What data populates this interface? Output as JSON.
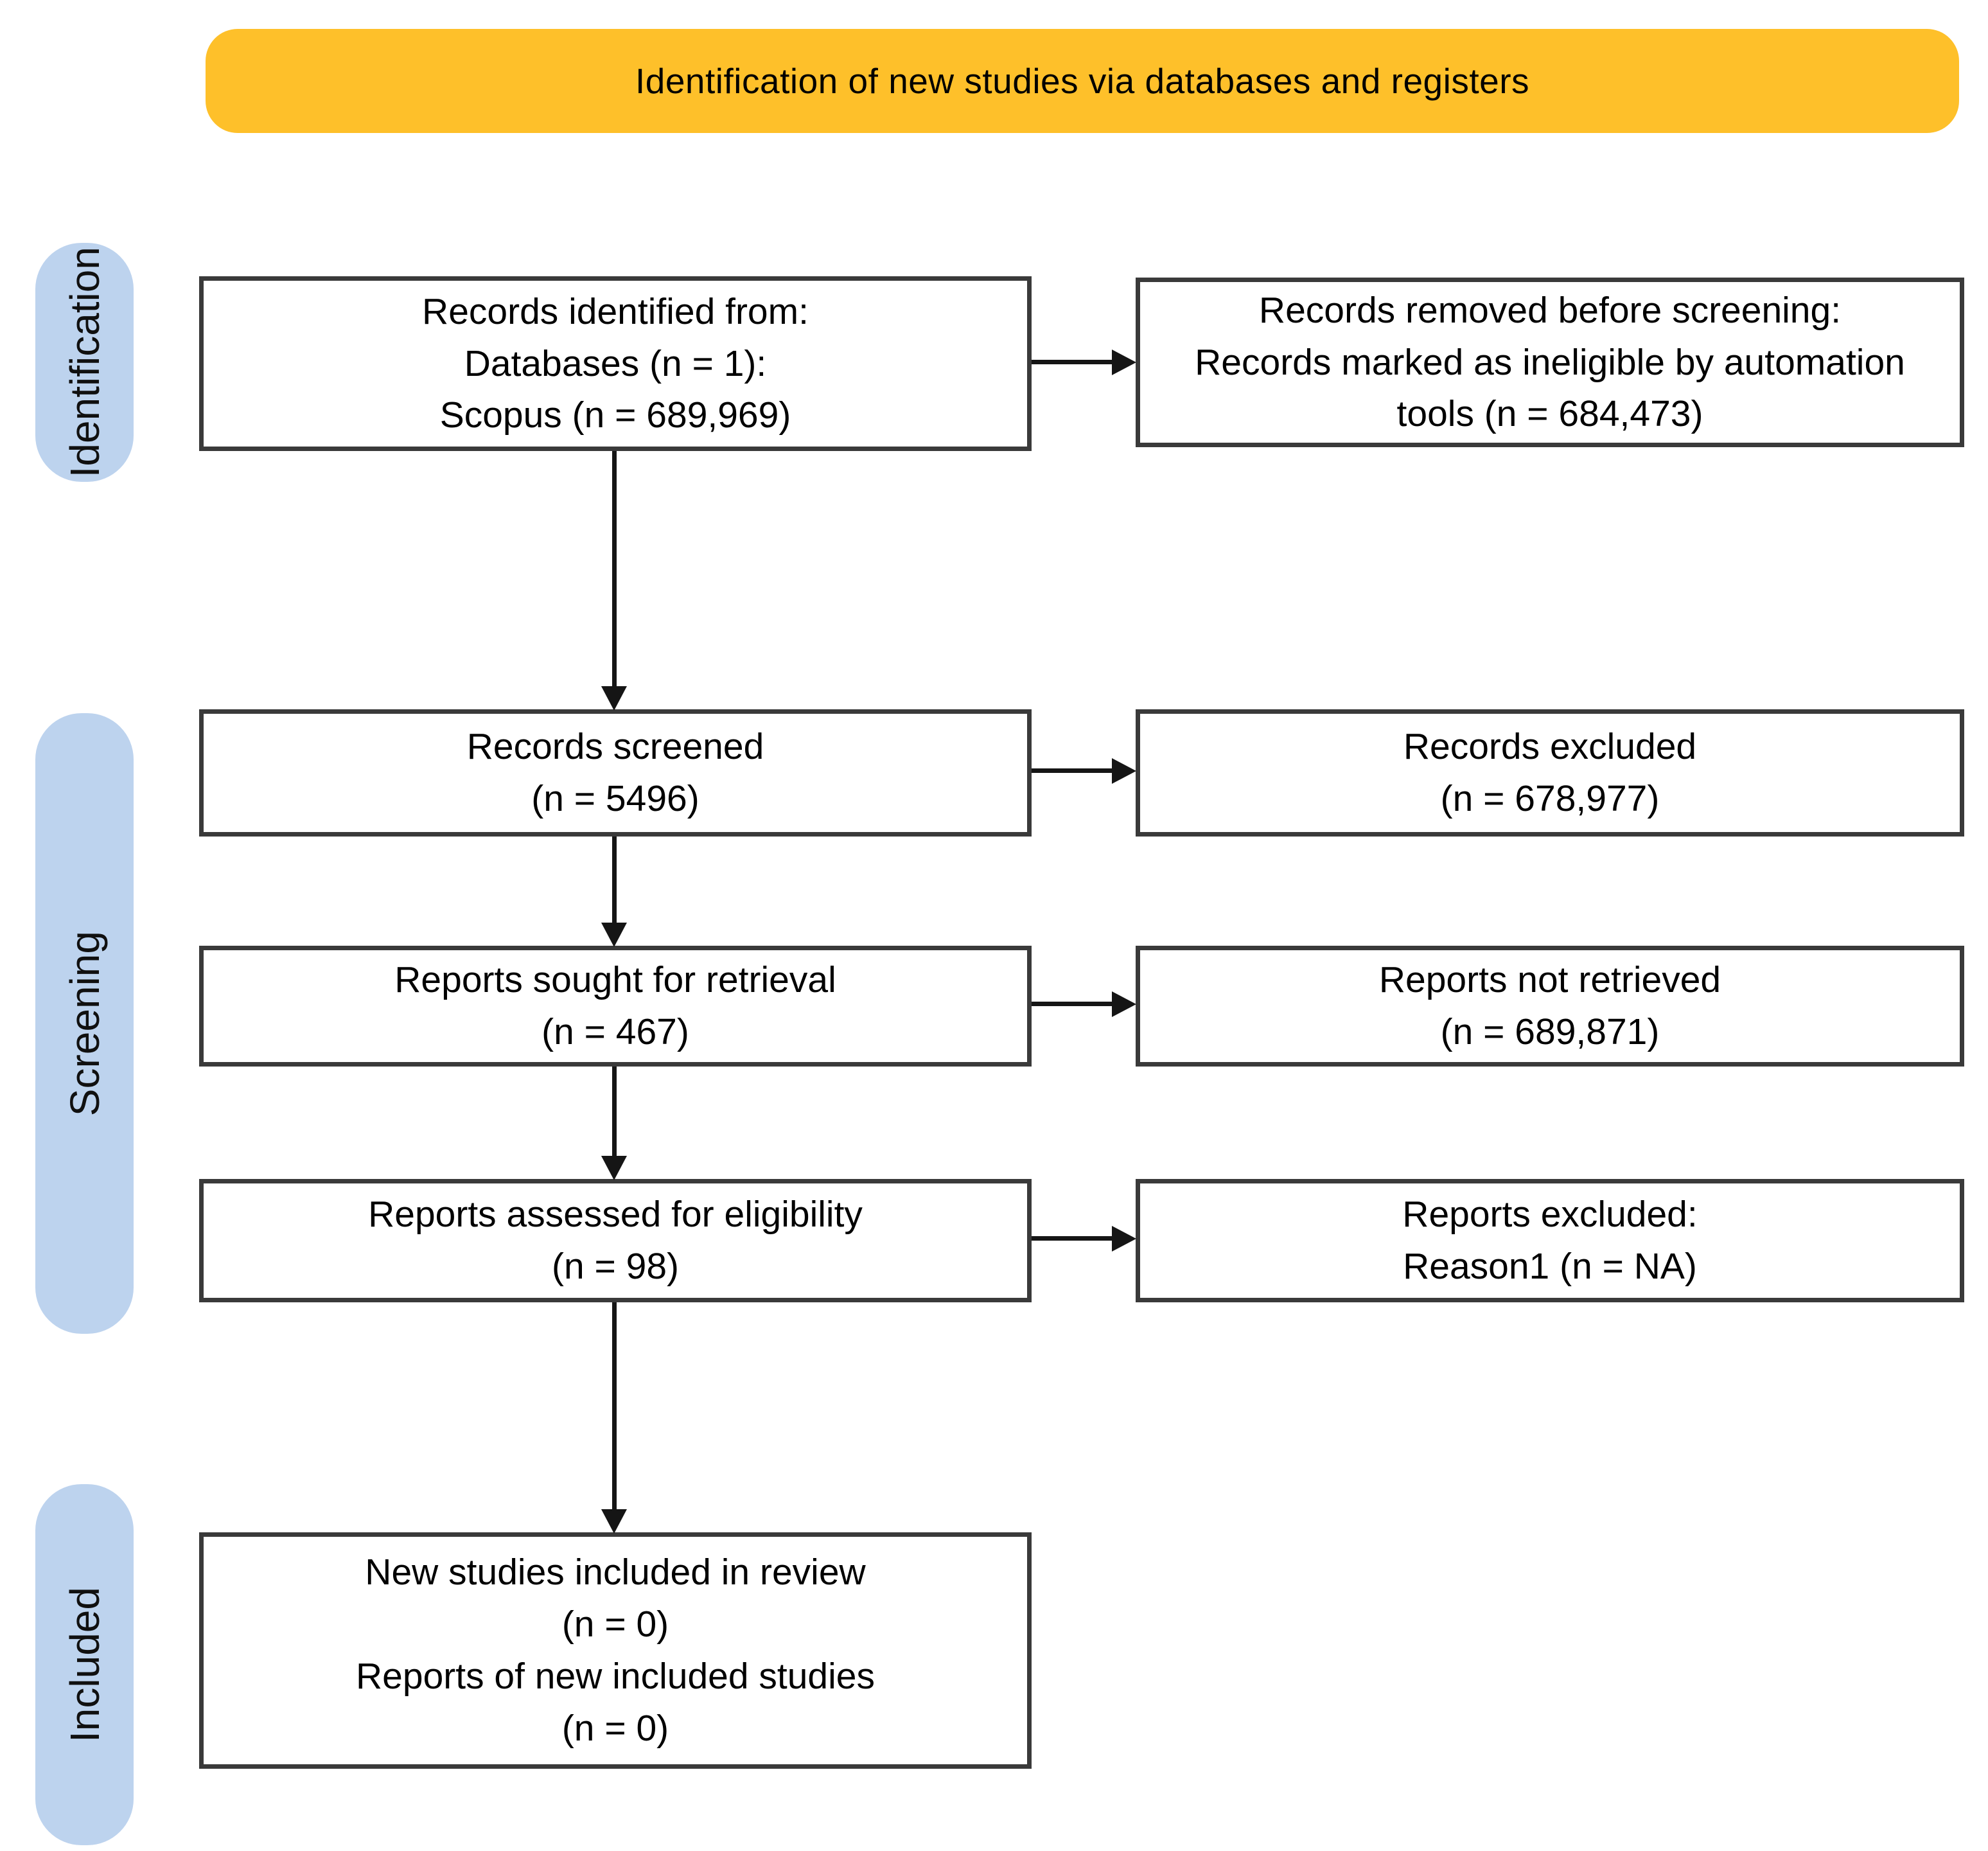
{
  "banner": {
    "label": "Identification of new studies via databases and registers"
  },
  "colors": {
    "banner": "#FEC02A",
    "stage": "#BDD3EE",
    "box_border": "#3a3a3a",
    "arrow": "#151515"
  },
  "stages": [
    {
      "label": "Identification"
    },
    {
      "label": "Screening"
    },
    {
      "label": "Included"
    }
  ],
  "boxes": {
    "records_identified": {
      "lines": [
        "Records identified from:",
        "Databases (n = 1):",
        "Scopus (n = 689,969)"
      ]
    },
    "records_removed": {
      "lines": [
        "Records removed before screening:",
        "Records marked as ineligible by automation",
        "tools (n = 684,473)"
      ]
    },
    "records_screened": {
      "lines": [
        "Records screened",
        "(n = 5496)"
      ]
    },
    "records_excluded": {
      "lines": [
        "Records excluded",
        "(n = 678,977)"
      ]
    },
    "reports_sought": {
      "lines": [
        "Reports sought for retrieval",
        "(n = 467)"
      ]
    },
    "reports_not_retrieved": {
      "lines": [
        "Reports not retrieved",
        "(n = 689,871)"
      ]
    },
    "reports_assessed": {
      "lines": [
        "Reports assessed for eligibility",
        "(n = 98)"
      ]
    },
    "reports_excluded": {
      "lines": [
        "Reports excluded:",
        "Reason1 (n = NA)"
      ]
    },
    "new_studies_included": {
      "lines": [
        "New studies included in review",
        "(n = 0)",
        "Reports of new included studies",
        "(n = 0)"
      ]
    }
  }
}
